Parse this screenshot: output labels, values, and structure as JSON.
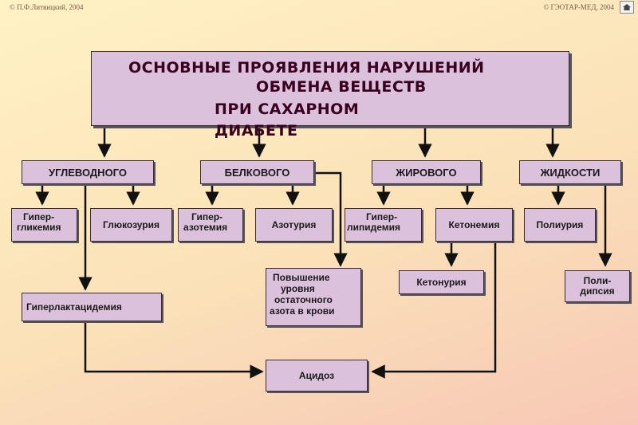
{
  "header": {
    "copyright_left": "© П.Ф.Литвицкий, 2004",
    "copyright_right": "© ГЭОТАР-МЕД, 2004"
  },
  "title": {
    "line1": "ОСНОВНЫЕ  ПРОЯВЛЕНИЯ  НАРУШЕНИЙ",
    "line2": "ОБМЕНА  ВЕЩЕСТВ",
    "line3": "ПРИ  САХАРНОМ",
    "line4": "ДИАБЕТЕ"
  },
  "categories": {
    "carb": "УГЛЕВОДНОГО",
    "protein": "БЕЛКОВОГО",
    "fat": "ЖИРОВОГО",
    "fluid": "ЖИДКОСТИ"
  },
  "nodes": {
    "hyperglycemia": [
      "Гипер-",
      "гликемия"
    ],
    "glucosuria": "Глюкозурия",
    "hyperazotemia": [
      "Гипер-",
      "азотемия"
    ],
    "azoturia": "Азотурия",
    "hyperlipidemia": [
      "Гипер-",
      "липидемия"
    ],
    "ketonemia": "Кетонемия",
    "polyuria": "Полиурия",
    "residual_nitrogen": [
      "Повышение",
      "уровня",
      "остаточного",
      "азота в крови"
    ],
    "ketonuria": "Кетонурия",
    "polydipsia": [
      "Поли-",
      "дипсия"
    ],
    "hyperlactacidemia": "Гиперлактацидемия",
    "acidosis": "Ацидоз"
  },
  "colors": {
    "box_fill": "#dcc1dc",
    "title_text": "#3a0020",
    "line": "#111111"
  }
}
